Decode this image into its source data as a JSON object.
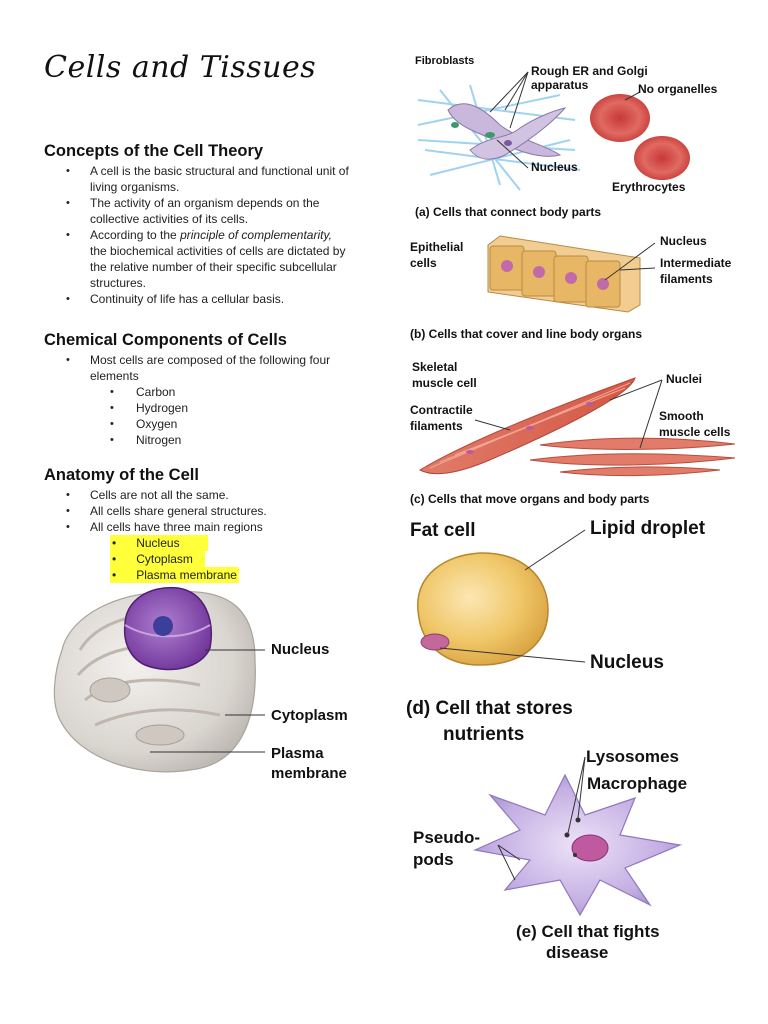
{
  "title": "Cells and Tissues",
  "sections": {
    "theory": {
      "heading": "Concepts of the Cell Theory",
      "items": [
        [
          "A cell is the basic structural and functional unit of",
          "living organisms."
        ],
        [
          "The activity of an organism depends on the",
          "collective activities of its cells."
        ],
        [
          "According to the ",
          "principle of complementarity,",
          "the biochemical activities of cells are dictated by",
          "the relative number of their specific subcellular",
          "structures."
        ],
        [
          "Continuity of life has a cellular basis."
        ]
      ]
    },
    "chemical": {
      "heading": "Chemical Components of Cells",
      "intro": [
        "Most cells are composed of the following four",
        "elements"
      ],
      "elements": [
        "Carbon",
        "Hydrogen",
        "Oxygen",
        "Nitrogen"
      ]
    },
    "anatomy": {
      "heading": "Anatomy of the Cell",
      "items": [
        "Cells are not all the same.",
        "All cells share general structures.",
        "All cells have three main regions"
      ],
      "regions": [
        "Nucleus",
        "Cytoplasm",
        "Plasma membrane"
      ]
    }
  },
  "cell_labels": {
    "nucleus": "Nucleus",
    "cytoplasm": "Cytoplasm",
    "plasma1": "Plasma",
    "plasma2": "membrane"
  },
  "panels": {
    "a": {
      "fibroblasts": "Fibroblasts",
      "rough1": "Rough ER and Golgi",
      "rough2": "apparatus",
      "no_organelles": "No organelles",
      "nucleus": "Nucleus",
      "erythrocytes": "Erythrocytes",
      "caption": "(a) Cells that connect body parts"
    },
    "b": {
      "epi1": "Epithelial",
      "epi2": "cells",
      "nucleus": "Nucleus",
      "int1": "Intermediate",
      "int2": "filaments",
      "caption": "(b) Cells that cover and line body organs"
    },
    "c": {
      "sk1": "Skeletal",
      "sk2": "muscle cell",
      "nuclei": "Nuclei",
      "con1": "Contractile",
      "con2": "filaments",
      "sm1": "Smooth",
      "sm2": "muscle cells",
      "caption": "(c) Cells that move organs and body parts"
    },
    "d": {
      "fat": "Fat cell",
      "lipid": "Lipid droplet",
      "nucleus": "Nucleus",
      "cap1": "(d) Cell that stores",
      "cap2": "nutrients"
    },
    "e": {
      "lyso": "Lysosomes",
      "macro": "Macrophage",
      "ps1": "Pseudo-",
      "ps2": "pods",
      "cap1": "(e) Cell that fights",
      "cap2": "disease"
    }
  },
  "bullet": "•"
}
